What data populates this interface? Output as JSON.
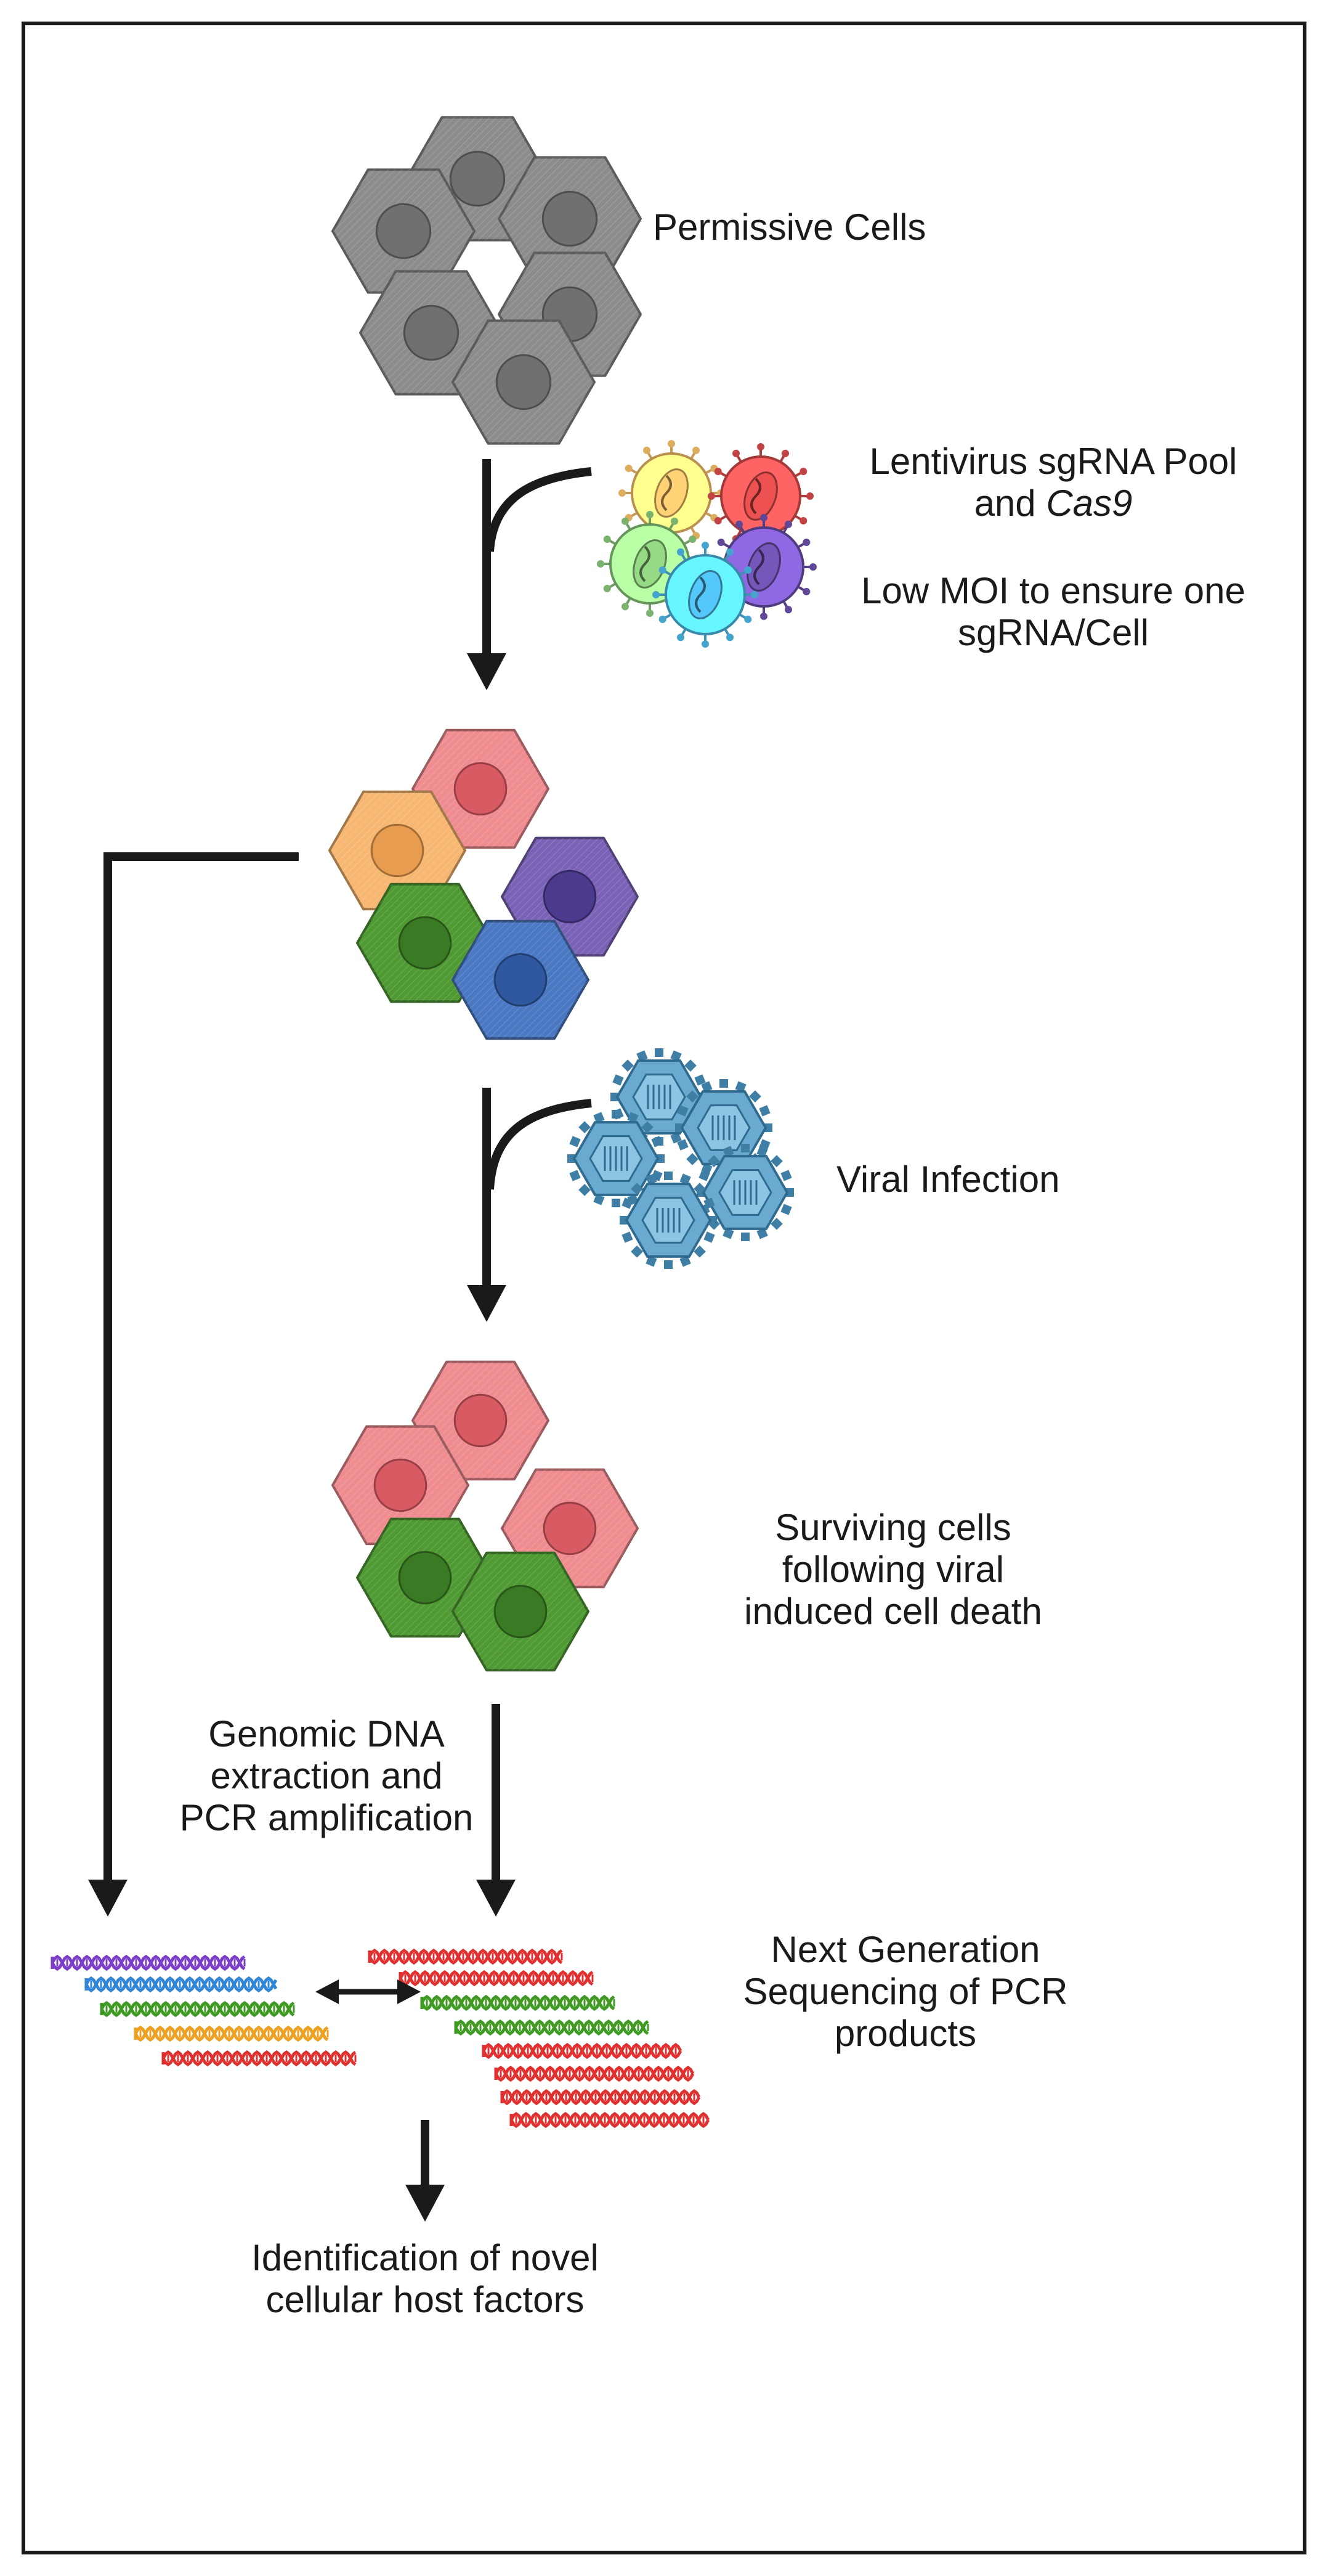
{
  "labels": {
    "permissive_cells": "Permissive Cells",
    "lentivirus_line1": "Lentivirus sgRNA Pool",
    "lentivirus_line2_prefix": "and ",
    "lentivirus_line2_italic": "Cas9",
    "low_moi_line1": "Low MOI to ensure one",
    "low_moi_line2": "sgRNA/Cell",
    "viral_infection": "Viral Infection",
    "surviving_line1": "Surviving cells",
    "surviving_line2": "following viral",
    "surviving_line3": "induced cell death",
    "genomic_line1": "Genomic DNA",
    "genomic_line2": "extraction  and",
    "genomic_line3": "PCR amplification",
    "ngs_line1": "Next Generation",
    "ngs_line2": "Sequencing of PCR",
    "ngs_line3": "products",
    "identification_line1": "Identification of novel",
    "identification_line2": "cellular host factors"
  },
  "colors": {
    "grey_cell": "#8c8c8c",
    "grey_nucleus": "#707070",
    "pink_cell": "#ef8c90",
    "pink_nucleus": "#d85a63",
    "orange_cell": "#f7b772",
    "orange_nucleus": "#e89c4f",
    "green_cell": "#4f9a33",
    "green_nucleus": "#3a7a24",
    "purple_cell": "#7a63b7",
    "purple_nucleus": "#4c3a8f",
    "blue_cell": "#4a78c2",
    "blue_nucleus": "#2f58a0",
    "virus_blue": "#6aaad0",
    "dna_purple": "#7d3fc8",
    "dna_blue": "#2f86d8",
    "dna_green": "#3f9a22",
    "dna_orange": "#f0a020",
    "dna_red": "#e03030",
    "arrow": "#1a1a1a"
  }
}
